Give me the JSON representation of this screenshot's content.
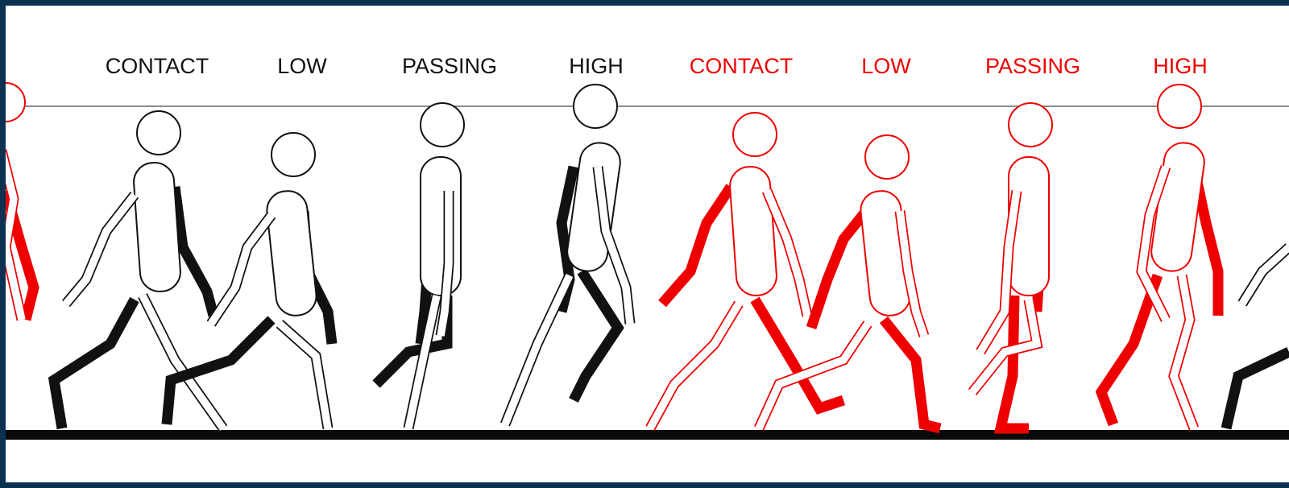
{
  "colors": {
    "frame": "#0b3152",
    "background": "#ffffff",
    "first_cycle": "#111111",
    "second_cycle": "#ee0000",
    "head_line": "#8a8a8a",
    "ground": "#0a0a0a"
  },
  "cycle1": {
    "color": "#111111",
    "labels": [
      "CONTACT",
      "LOW",
      "PASSING",
      "HIGH"
    ]
  },
  "cycle2": {
    "color": "#ee0000",
    "labels": [
      "CONTACT",
      "LOW",
      "PASSING",
      "HIGH"
    ]
  }
}
